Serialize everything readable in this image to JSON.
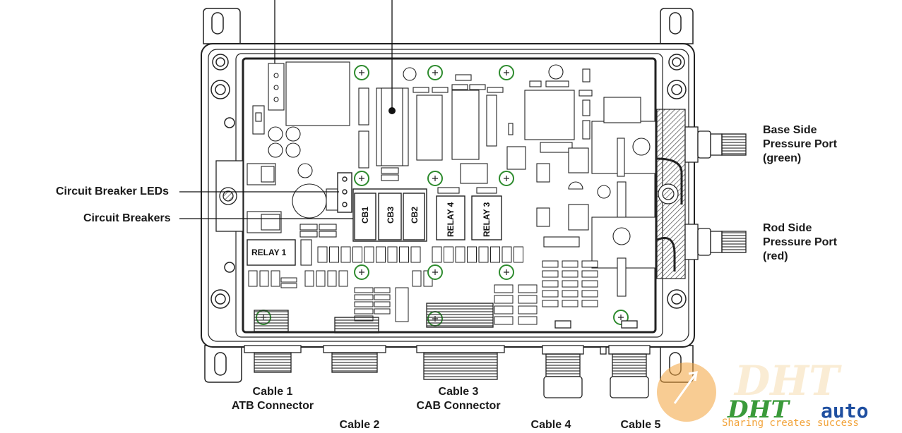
{
  "left_callouts": [
    {
      "id": "circuit-breaker-leds",
      "label": "Circuit Breaker LEDs"
    },
    {
      "id": "circuit-breakers",
      "label": "Circuit Breakers"
    }
  ],
  "right_callouts": [
    {
      "id": "base-side-port",
      "lines": [
        "Base Side",
        "Pressure Port",
        "(green)"
      ]
    },
    {
      "id": "rod-side-port",
      "lines": [
        "Rod Side",
        "Pressure Port",
        "(red)"
      ]
    }
  ],
  "bottom_callouts": [
    {
      "id": "cable-1",
      "lines": [
        "Cable 1",
        "ATB Connector"
      ]
    },
    {
      "id": "cable-2",
      "lines": [
        "Cable 2"
      ]
    },
    {
      "id": "cable-3",
      "lines": [
        "Cable 3",
        "CAB Connector"
      ]
    },
    {
      "id": "cable-4",
      "lines": [
        "Cable 4"
      ]
    },
    {
      "id": "cable-5",
      "lines": [
        "Cable 5"
      ]
    }
  ],
  "board_labels": {
    "cb1": "CB1",
    "cb3": "CB3",
    "cb2": "CB2",
    "relay4": "RELAY 4",
    "relay3": "RELAY 3",
    "relay1": "RELAY 1"
  },
  "watermark": {
    "logo_text": "DHT",
    "brand_main": "DHT",
    "brand_suffix": "auto",
    "tagline": "Sharing creates success",
    "colors": {
      "orange": "#f2a33a",
      "green": "#3a9a3a",
      "blue": "#1f4fa0"
    }
  },
  "colors": {
    "line": "#1a1a1a",
    "led_ring": "#2e8b2e",
    "board_fill": "#ffffff",
    "hatch": "#9a9a9a"
  }
}
